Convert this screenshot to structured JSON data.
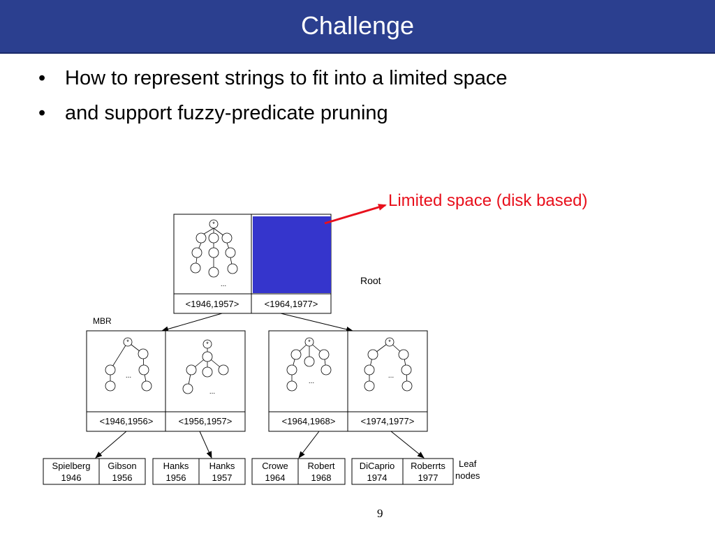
{
  "title": "Challenge",
  "bullets": [
    "How to represent strings to fit into a limited space",
    "and support fuzzy-predicate pruning"
  ],
  "bullet_glyph": "•",
  "callout": {
    "text": "Limited space (disk based)",
    "color": "#e8101c"
  },
  "labels": {
    "root": "Root",
    "mbr": "MBR",
    "leaf_line1": "Leaf",
    "leaf_line2": "nodes"
  },
  "root_node": {
    "ranges": [
      "<1946,1957>",
      "<1964,1977>"
    ],
    "trie_star": "*",
    "trie_ellipsis": "...",
    "filled_color": "#3535cc"
  },
  "internal_nodes": [
    {
      "ranges": [
        "<1946,1956>",
        "<1956,1957>"
      ]
    },
    {
      "ranges": [
        "<1964,1968>",
        "<1974,1977>"
      ]
    }
  ],
  "internal_trie": {
    "star": "*",
    "ellipsis": "..."
  },
  "leaf_nodes": [
    [
      {
        "name": "Spielberg",
        "year": "1946"
      },
      {
        "name": "Gibson",
        "year": "1956"
      }
    ],
    [
      {
        "name": "Hanks",
        "year": "1956"
      },
      {
        "name": "Hanks",
        "year": "1957"
      }
    ],
    [
      {
        "name": "Crowe",
        "year": "1964"
      },
      {
        "name": "Robert",
        "year": "1968"
      }
    ],
    [
      {
        "name": "DiCaprio",
        "year": "1974"
      },
      {
        "name": "Roberrts",
        "year": "1977"
      }
    ]
  ],
  "page_number": "9",
  "colors": {
    "title_bar": "#2b3f8f",
    "title_text": "#ffffff"
  }
}
